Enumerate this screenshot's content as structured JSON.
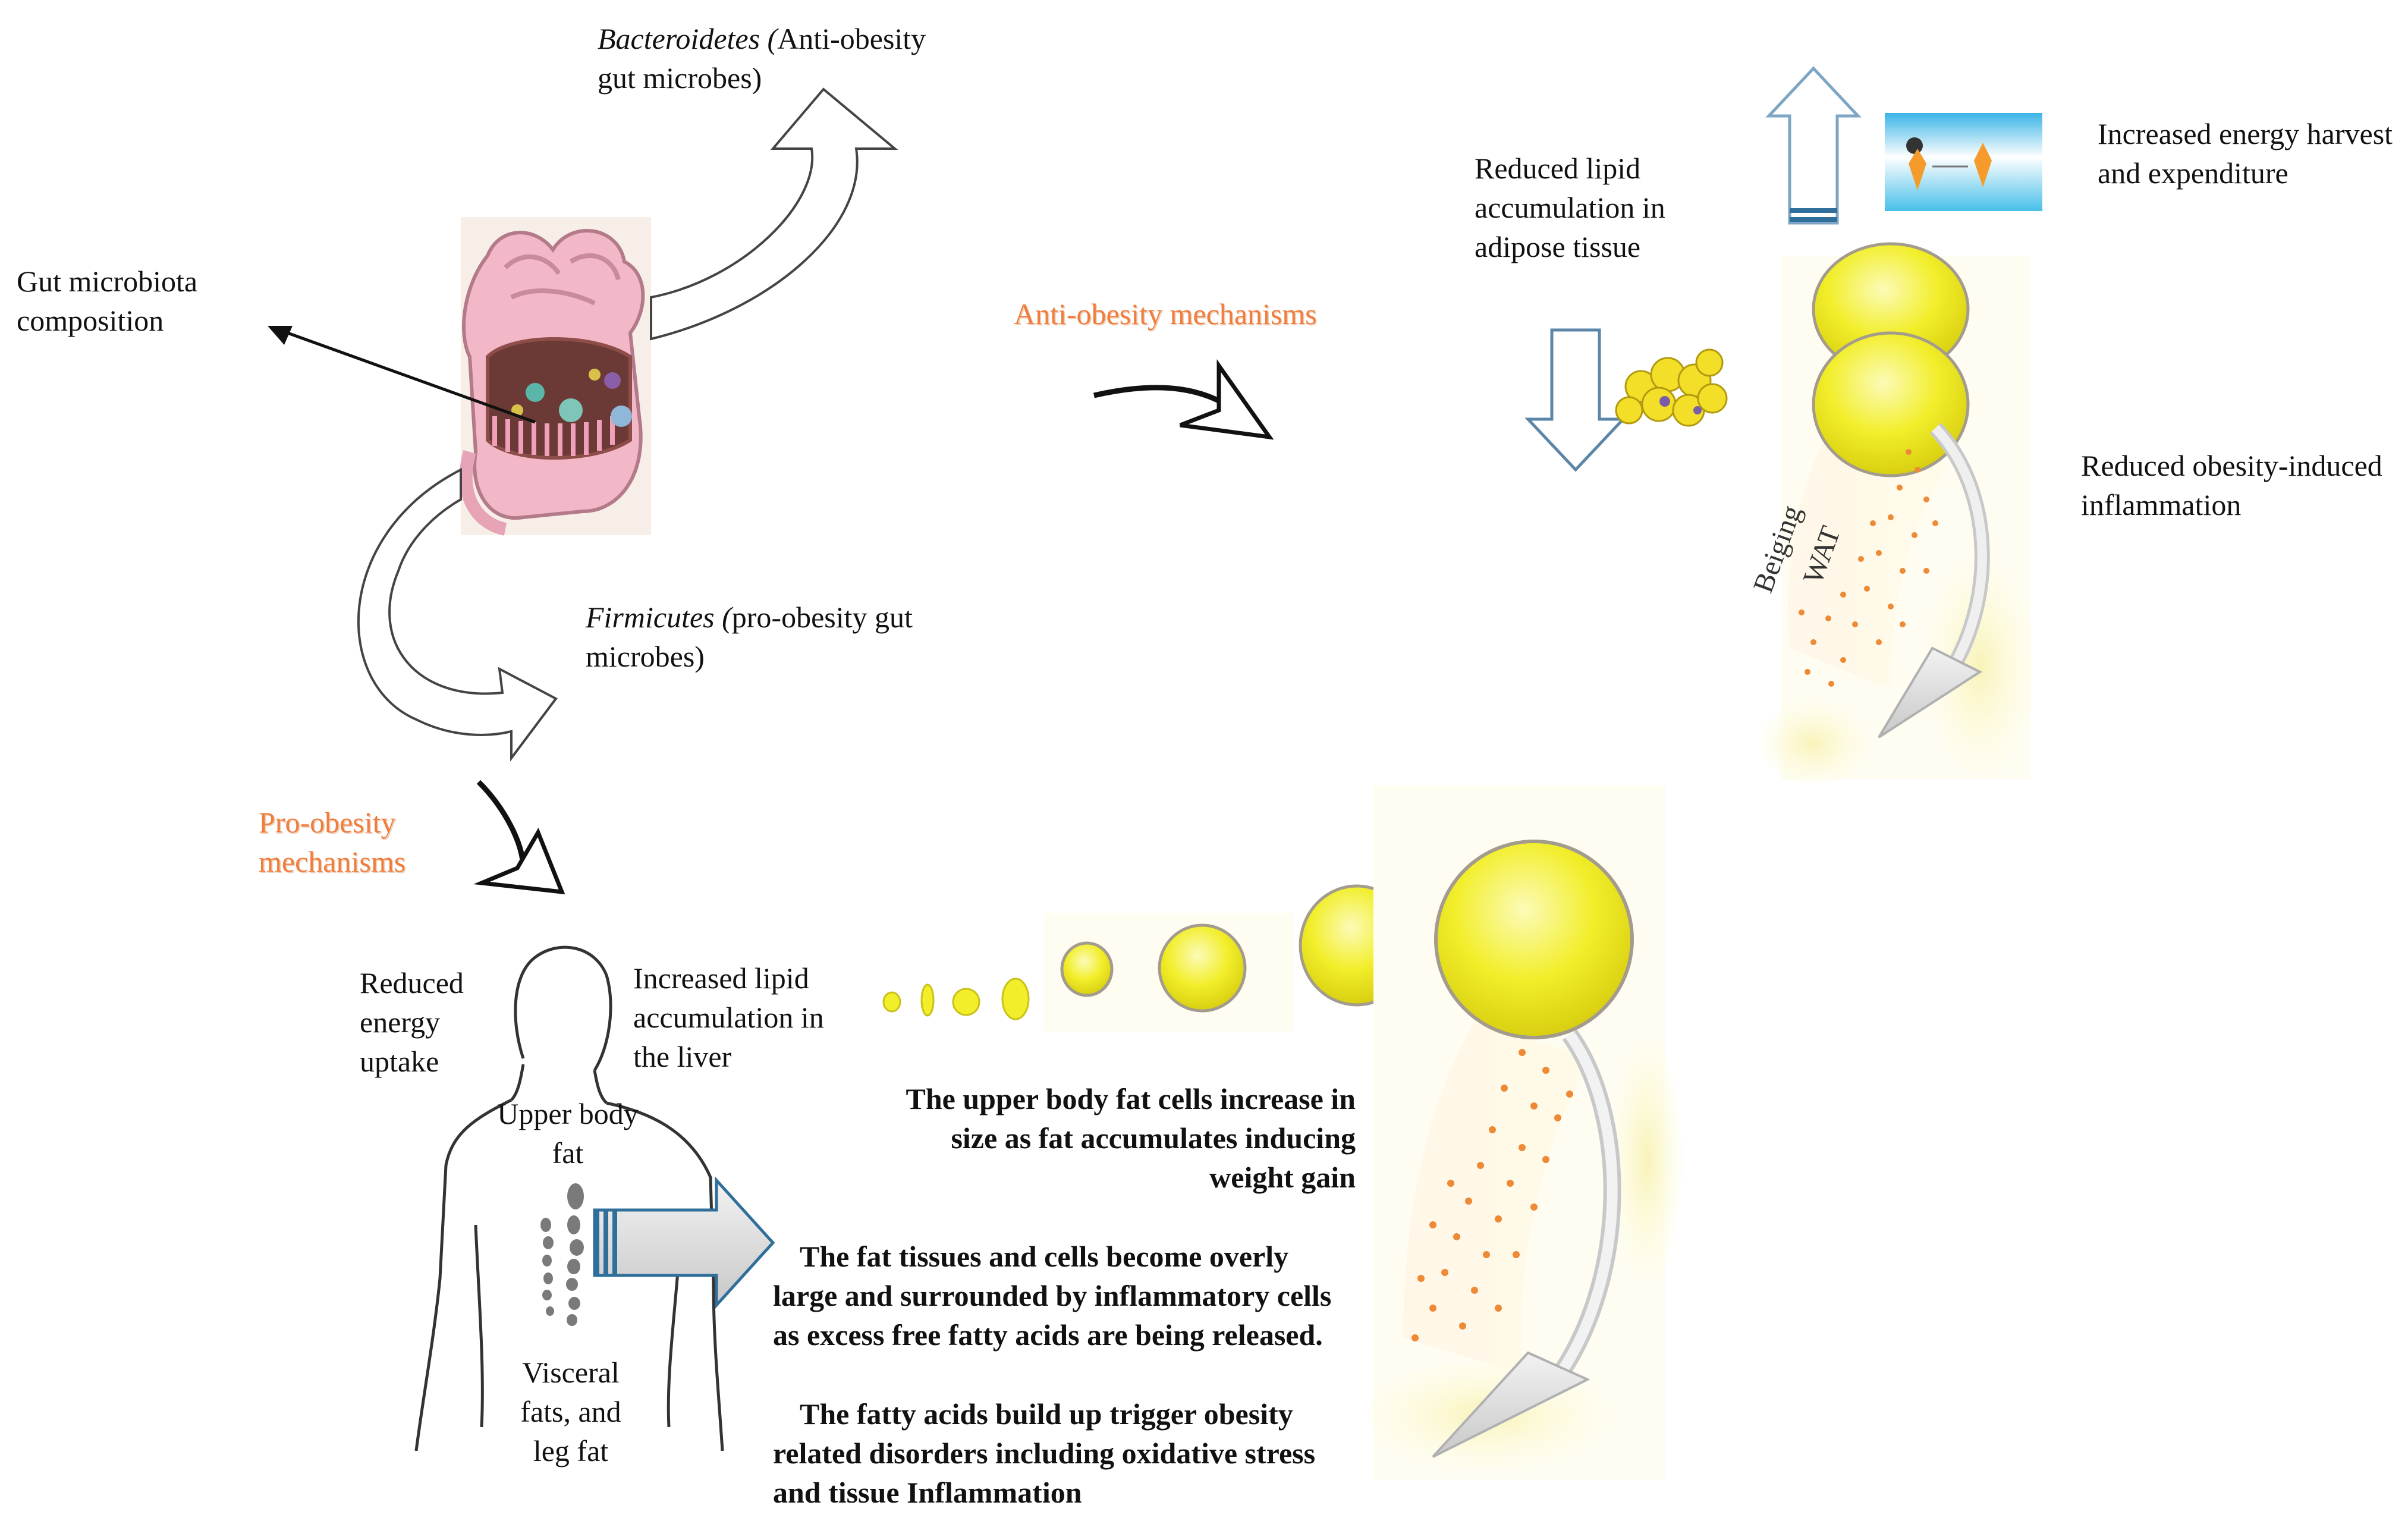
{
  "labels": {
    "gut_microbiota": [
      "Gut microbiota",
      "composition"
    ],
    "bacteroidetes_name": "Bacteroidetes (",
    "bacteroidetes_desc": "Anti-obesity",
    "bacteroidetes_line2": "gut microbes)",
    "firmicutes_name": "Firmicutes (",
    "firmicutes_desc": "pro-obesity gut",
    "firmicutes_line2": "microbes)",
    "anti_obesity": "Anti-obesity mechanisms",
    "pro_obesity": [
      "Pro-obesity",
      "mechanisms"
    ],
    "reduced_lipid": [
      "Reduced lipid",
      "accumulation in",
      "adipose tissue"
    ],
    "increased_energy": [
      "Increased energy harvest",
      "and expenditure"
    ],
    "reduced_inflammation": [
      "Reduced obesity-induced",
      "inflammation"
    ],
    "beiging_wat": [
      "Beiging",
      "WAT"
    ],
    "reduced_energy_uptake": [
      "Reduced",
      "energy",
      "uptake"
    ],
    "increased_lipid_liver": [
      "Increased lipid",
      "accumulation in",
      "the liver"
    ],
    "upper_body_fat": [
      "Upper body",
      "fat"
    ],
    "visceral_fats": [
      "Visceral",
      "fats, and",
      "leg fat"
    ],
    "upper_body_fat_cells": [
      "The upper body fat cells increase in",
      "size as fat accumulates inducing",
      "weight gain"
    ],
    "fat_tissues": [
      "The fat tissues and cells become overly",
      "large and surrounded by inflammatory cells",
      "as excess free fatty acids are being released."
    ],
    "fatty_acids": [
      "The fatty acids build up trigger obesity",
      "related disorders including oxidative stress",
      "and tissue Inflammation"
    ]
  },
  "colors": {
    "accent_orange": "#f07d3c",
    "fat_yellow": "#f2ee2a",
    "arrow_blue": "#2f6f9a"
  }
}
